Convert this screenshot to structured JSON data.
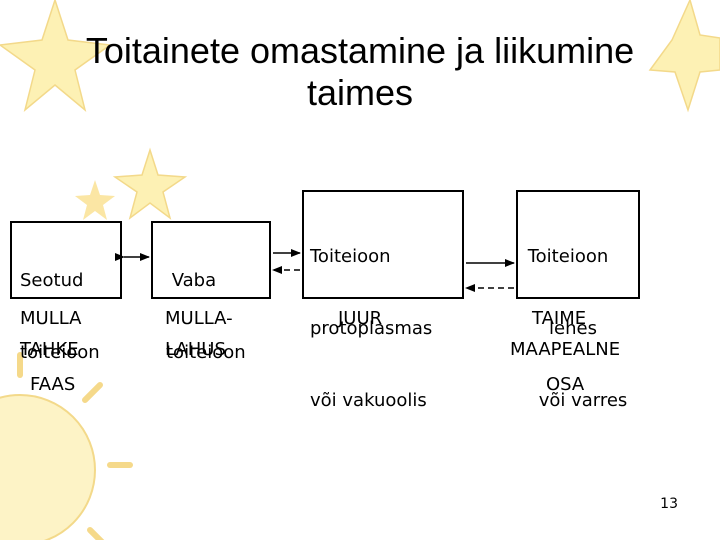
{
  "title": {
    "line1": "Toitainete omastamine ja liikumine",
    "line2": "taimes"
  },
  "boxes": {
    "bound": {
      "line1": "Seotud",
      "line2": "toiteioon"
    },
    "free": {
      "line1": " Vaba",
      "line2": "toiteioon"
    },
    "protoplasm": {
      "line1": "Toiteioon",
      "line2": "protoplasmas",
      "line3": "või vakuoolis"
    },
    "leaf": {
      "line1": "Toiteioon",
      "line2": "lehes",
      "line3": "või varres"
    }
  },
  "labels": {
    "soil": "MULLA",
    "solid": "TAHKE",
    "phase": "FAAS",
    "soil2": "MULLA-",
    "solution": "LAHUS",
    "root": "JUUR",
    "plant": "TAIME",
    "above": "MAAPEALNE",
    "part": "OSA"
  },
  "page_number": "13",
  "colors": {
    "sun_yellow": "#fbe98c",
    "sun_orange": "#f5c66b",
    "border": "#000000"
  }
}
